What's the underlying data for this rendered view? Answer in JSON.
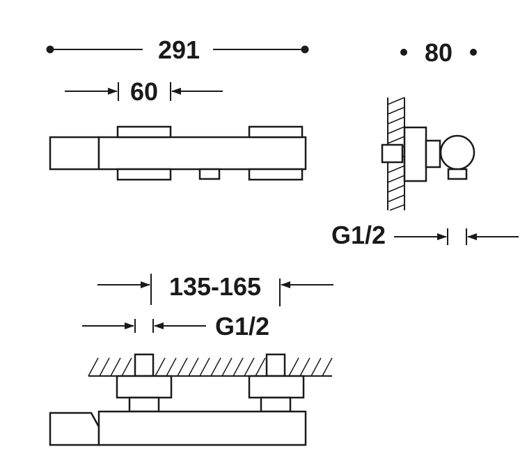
{
  "dimensions": {
    "overall_width": "291",
    "handle_width": "60",
    "depth": "80",
    "side_connection": "G1/2",
    "inlet_spacing": "135-165",
    "inlet_connection": "G1/2"
  },
  "colors": {
    "ink": "#1a1a1a",
    "background": "#ffffff"
  }
}
